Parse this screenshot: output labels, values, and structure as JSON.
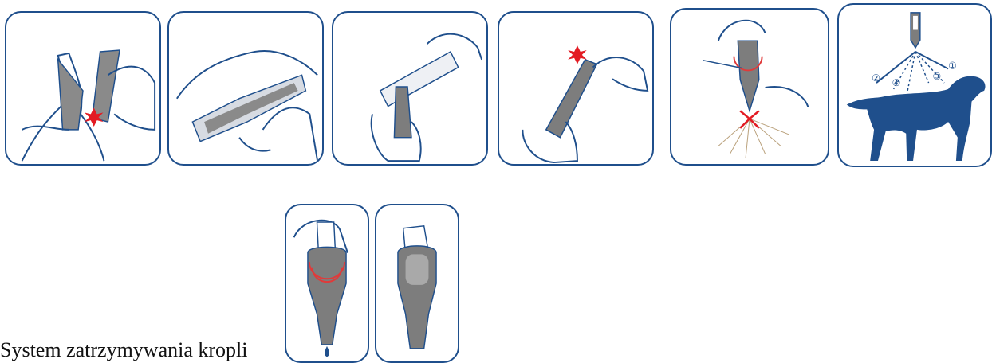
{
  "caption": "System zatrzymywania kropli",
  "step6": {
    "numbers": [
      "①",
      "②",
      "③",
      "④"
    ]
  },
  "colors": {
    "border": "#1f4f8c",
    "line": "#1f4f8c",
    "pipette": "#7d7d7d",
    "pipette_light": "#a9a9a9",
    "dog": "#1f4f8c",
    "burst": "#e31b23",
    "ring": "#e03a3a"
  }
}
